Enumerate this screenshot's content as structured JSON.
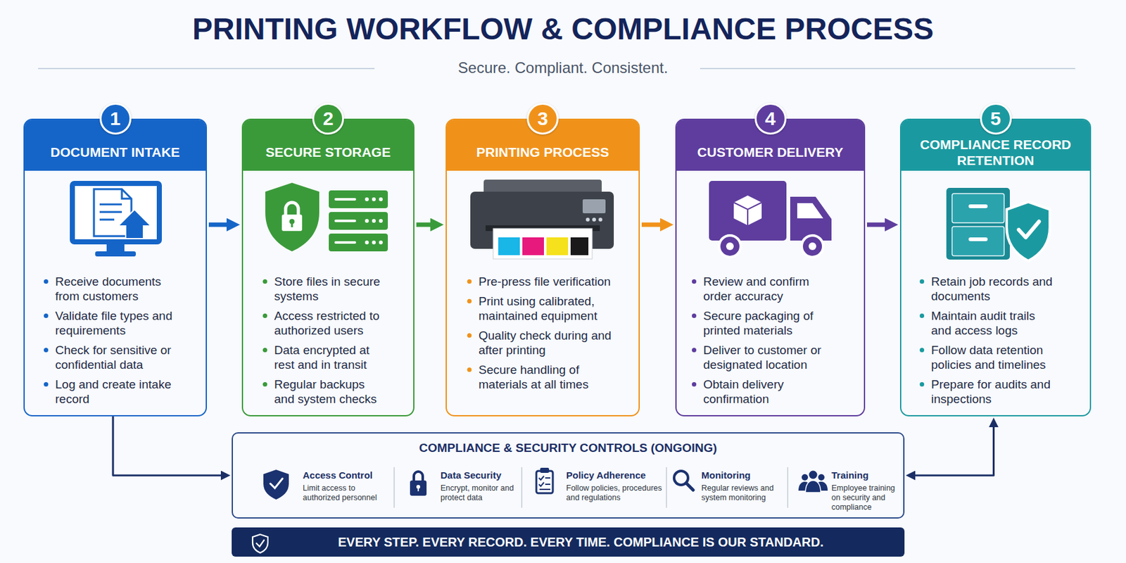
{
  "diagram": {
    "title": "PRINTING WORKFLOW & COMPLIANCE PROCESS",
    "nodes": [
      {
        "text": [
          "DOCUMENT INTAKE",
          "Receive documents from customers",
          "Validate file types and requirements",
          "Check for sensitive or confidential data",
          "Log and create intake record"
        ]
      },
      {
        "text": [
          "1"
        ],
        "in": 0
      },
      {
        "text": [
          "SECURE STORAGE",
          "Store files in secure systems",
          "Access restricted to authorized users",
          "Data encrypted at rest and in transit",
          "Regular backups and system checks"
        ]
      },
      {
        "text": [
          "2"
        ],
        "in": 2
      },
      {
        "text": [
          "PRINTING PROCESS",
          "Pre-press file verification",
          "Print using calibrated, maintained equipment",
          "Quality check during and after printing",
          "Secure handling of materials at all times"
        ]
      },
      {
        "text": [
          "3"
        ],
        "in": 4
      },
      {
        "text": [
          "CUSTOMER DELIVERY",
          "Review and confirm order accuracy",
          "Secure packaging of printed materials",
          "Deliver to customer or designated location",
          "Obtain delivery confirmation"
        ]
      },
      {
        "text": [
          "4"
        ],
        "in": 6
      },
      {
        "text": [
          "COMPLIANCE RECORD RETENTION",
          "Retain job records and documents",
          "Maintain audit trails and access logs",
          "Follow data retention policies and timelines",
          "Prepare for audits and inspections"
        ]
      },
      {
        "text": [
          "5"
        ],
        "in": 8
      },
      {
        "text": [
          "COMPLIANCE & SECURITY CONTROLS (ONGOING)"
        ]
      },
      {
        "text": [
          "Access Control",
          "Limit access to authorized personnel"
        ],
        "in": 10
      },
      {
        "text": [
          "Data Security",
          "Encrypt, monitor and protect data"
        ],
        "in": 10
      },
      {
        "text": [
          "Policy Adherence",
          "Follow policies, procedures and regulations"
        ],
        "in": 10
      },
      {
        "text": [
          "Monitoring",
          "Regular reviews and system monitoring"
        ],
        "in": 10
      },
      {
        "text": [
          "Training",
          "Employee training on security and compliance"
        ],
        "in": 10
      },
      {
        "text": [
          "EVERY STEP. EVERY RECORD. EVERY TIME. COMPLIANCE IS OUR STANDARD."
        ]
      }
    ],
    "edges": [
      {
        "from": 0,
        "to": 2,
        "arrow": "to"
      },
      {
        "from": 2,
        "to": 4,
        "arrow": "to"
      },
      {
        "from": 4,
        "to": 6,
        "arrow": "to"
      },
      {
        "from": 6,
        "to": 8,
        "arrow": "to"
      },
      {
        "from": 0,
        "to": 10,
        "arrow": "to"
      },
      {
        "from": 10,
        "to": 8,
        "arrow": "both"
      }
    ],
    "labels": [
      "Secure. Compliant. Consistent."
    ]
  }
}
